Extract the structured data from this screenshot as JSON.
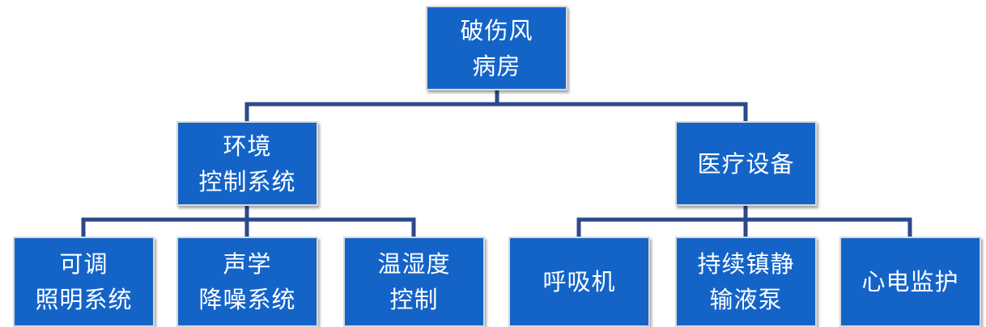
{
  "root": {
    "lines": [
      "破伤风",
      "病房"
    ]
  },
  "branches": [
    {
      "lines": [
        "环境",
        "控制系统"
      ],
      "children": [
        {
          "lines": [
            "可调",
            "照明系统"
          ]
        },
        {
          "lines": [
            "声学",
            "降噪系统"
          ]
        },
        {
          "lines": [
            "温湿度",
            "控制"
          ]
        }
      ]
    },
    {
      "lines": [
        "医疗设备"
      ],
      "children": [
        {
          "lines": [
            "呼吸机"
          ]
        },
        {
          "lines": [
            "持续镇静",
            "输液泵"
          ]
        },
        {
          "lines": [
            "心电监护"
          ]
        }
      ]
    }
  ],
  "colors": {
    "node_fill": "#1464c8",
    "connector": "#2b4a8a",
    "text": "#ffffff"
  }
}
